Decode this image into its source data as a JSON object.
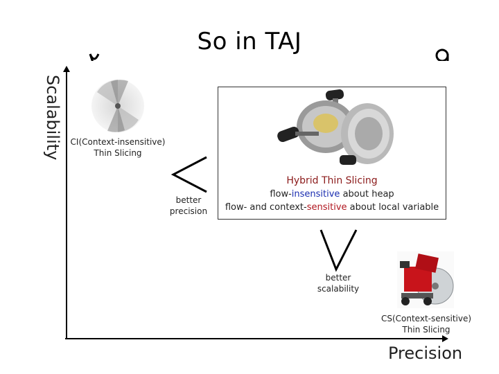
{
  "title": "So in TAJ",
  "axes": {
    "y_label": "Scalability",
    "x_label": "Precision"
  },
  "ci": {
    "caption_line1": "CI(Context-insensitive)",
    "caption_line2": "Thin Slicing"
  },
  "cs": {
    "caption_line1": "CS(Context-sensitive)",
    "caption_line2": "Thin Slicing"
  },
  "comparisons": {
    "lt_symbol": "<",
    "v_symbol": "V",
    "better_precision_line1": "better",
    "better_precision_line2": "precision",
    "better_scalability_line1": "better",
    "better_scalability_line2": "scalability"
  },
  "hybrid": {
    "title": "Hybrid Thin Slicing",
    "line2_pre": "flow-",
    "line2_highlight": "insensitive",
    "line2_post": " about heap",
    "line3_pre": "flow- and context-",
    "line3_highlight": "sensitive",
    "line3_post": " about local variable"
  },
  "colors": {
    "hybrid_title": "#8b1a1a",
    "insensitive": "#1a2db0",
    "sensitive": "#b0161f"
  }
}
